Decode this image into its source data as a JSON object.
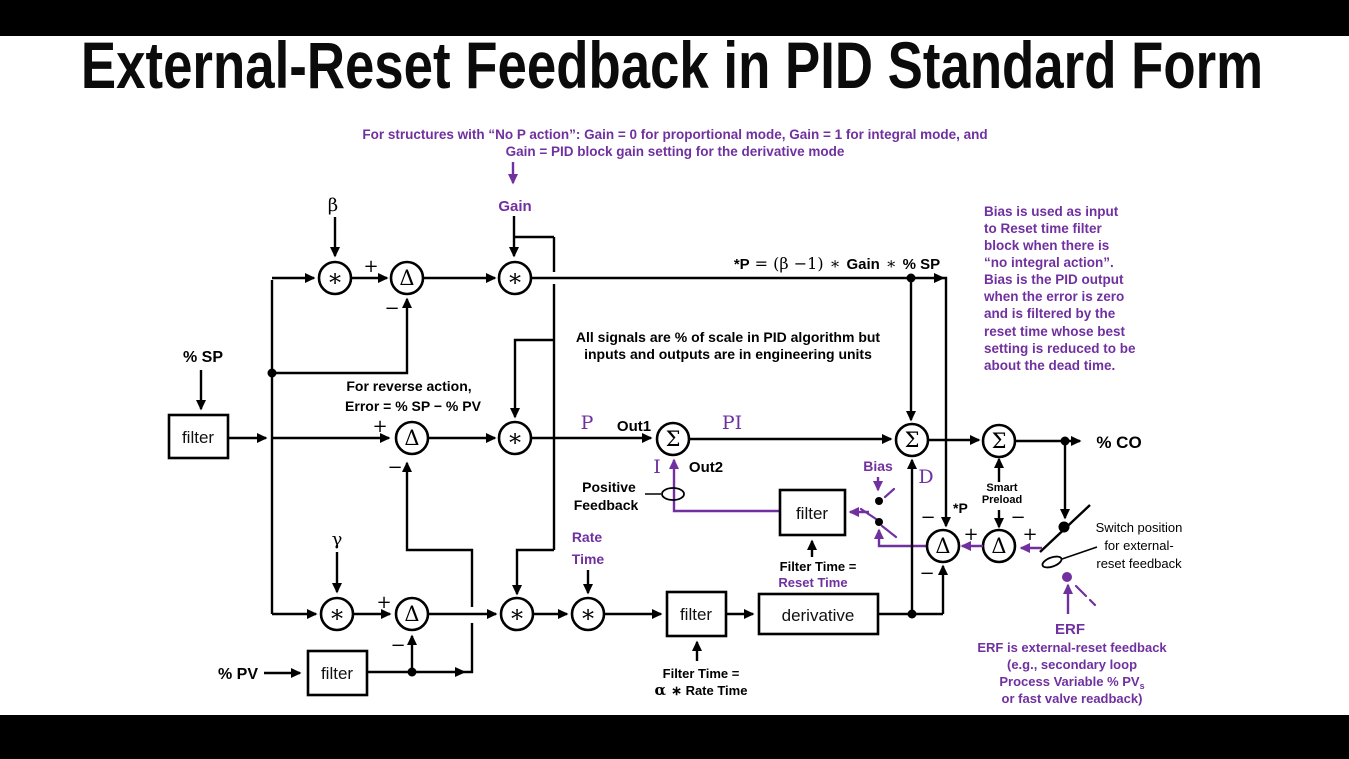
{
  "title": "External-Reset Feedback in PID Standard Form",
  "colors": {
    "accent_purple": "#7030A0",
    "line_black": "#000000",
    "background": "#FFFFFF",
    "frame": "#000000"
  },
  "glyphs": {
    "asterisk": "∗",
    "delta": "Δ",
    "sigma": "Σ",
    "plus": "+",
    "minus": "−",
    "beta": "β",
    "gamma": "γ",
    "alpha": "α"
  },
  "labels": {
    "gain": "Gain",
    "sp": "% SP",
    "pv": "% PV",
    "co": "% CO",
    "p": "P",
    "pi": "PI",
    "i": "I",
    "d": "D",
    "out1": "Out1",
    "out2": "Out2",
    "star_p": "*P",
    "bias": "Bias",
    "smart1": "Smart",
    "smart2": "Preload",
    "erf": "ERF",
    "rate1": "Rate",
    "rate2": "Time",
    "pos1": "Positive",
    "pos2": "Feedback",
    "filter": "filter",
    "derivative": "derivative"
  },
  "top_note": {
    "line1": "For structures with “No P action”: Gain = 0 for proportional mode, Gain = 1 for integral mode, and",
    "line2": "Gain = PID block gain setting for the derivative mode"
  },
  "equation": {
    "star_p": "*P",
    "mid": "= (β −1)",
    "star1": "∗",
    "gain": "Gain",
    "star2": "∗",
    "sp": "% SP"
  },
  "signals_note": {
    "line1": "All signals are % of scale in PID algorithm but",
    "line2": "inputs and outputs are in engineering units"
  },
  "reverse_note": {
    "line1": "For reverse action,",
    "line2": "Error = % SP − % PV"
  },
  "bias_note": {
    "lines": [
      "Bias is used as input",
      "to Reset time filter",
      "block when there is",
      "“no integral action”.",
      "Bias is the PID output",
      "when the error is zero",
      "and is filtered by the",
      "reset time whose best",
      "setting is reduced to be",
      "about the dead time."
    ]
  },
  "reset_filter_note": {
    "line1": "Filter Time =",
    "line2": "Reset Time"
  },
  "deriv_filter_note": {
    "line1": "Filter Time =",
    "alpha": "α",
    "rest": "∗ Rate Time"
  },
  "switch_note": {
    "line1": "Switch position",
    "line2": "for external-",
    "line3": "reset feedback"
  },
  "erf_note": {
    "line1": "ERF is external-reset feedback",
    "line2": "(e.g., secondary loop",
    "line3_main": "Process Variable % PV",
    "line3_sub": "s",
    "line4": "or fast valve readback)"
  }
}
